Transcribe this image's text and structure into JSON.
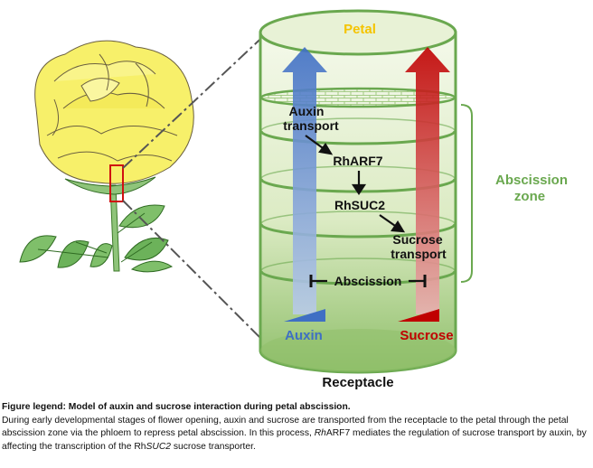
{
  "diagram": {
    "top_label": "Petal",
    "bottom_label": "Receptacle",
    "zone_label_line1": "Abscission",
    "zone_label_line2": "zone",
    "auxin_label": "Auxin",
    "sucrose_label": "Sucrose",
    "steps": {
      "auxin_transport_line1": "Auxin",
      "auxin_transport_line2": "transport",
      "rharf7": "RhARF7",
      "rhsuc2": "RhSUC2",
      "sucrose_transport_line1": "Sucrose",
      "sucrose_transport_line2": "transport",
      "abscission": "Abscission"
    },
    "colors": {
      "auxin": "#3f6fc4",
      "sucrose": "#c00000",
      "petal_text": "#f5c400",
      "zone_text": "#6aa84f",
      "cylinder": "#6aa84f",
      "flower": "#f7f06a"
    }
  },
  "legend": {
    "title": "Figure legend: Model of auxin and sucrose interaction during petal abscission.",
    "body_part1": "During early developmental stages of flower opening, auxin and sucrose are transported from the receptacle to the petal through the petal abscission zone via the phloem to repress petal abscission. In this process, ",
    "rh1": "Rh",
    "body_part2": "ARF7 mediates the regulation of sucrose transport by auxin, by affecting the transcription of the Rh",
    "suc2": "SUC2",
    "body_part3": " sucrose transporter."
  }
}
